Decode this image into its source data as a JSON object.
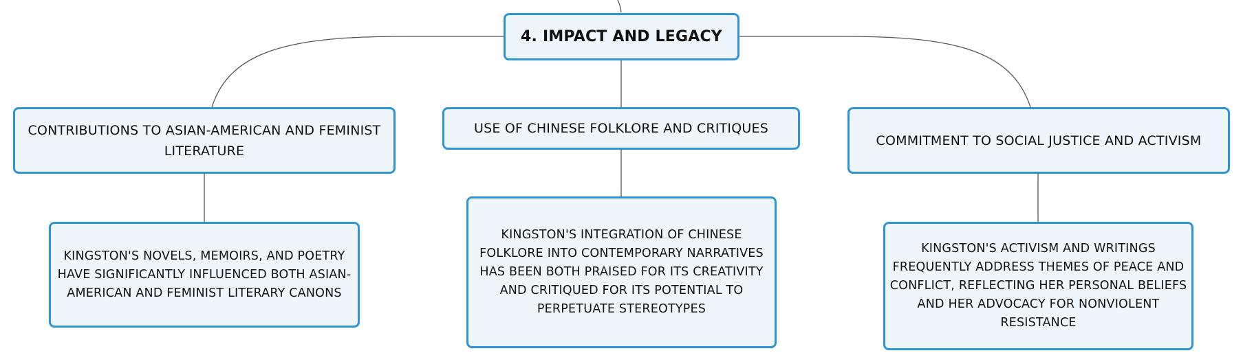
{
  "diagram": {
    "central": {
      "label": "4. Impact and Legacy"
    },
    "branches": [
      {
        "label": "Contributions to Asian-American and Feminist Literature",
        "detail": "Kingston's novels, memoirs, and poetry have significantly influenced both Asian-American and feminist literary canons"
      },
      {
        "label": "Use of Chinese Folklore and Critiques",
        "detail": "Kingston's integration of Chinese folklore into contemporary narratives has been both praised for its creativity and critiqued for its potential to perpetuate stereotypes"
      },
      {
        "label": "Commitment to Social Justice and Activism",
        "detail": "Kingston's activism and writings frequently address themes of peace and conflict, reflecting her personal beliefs and her advocacy for nonviolent resistance"
      }
    ]
  },
  "colors": {
    "node_fill": "#eef6fc",
    "node_border": "#2f93d8",
    "connector": "#555555",
    "text": "#111111"
  }
}
